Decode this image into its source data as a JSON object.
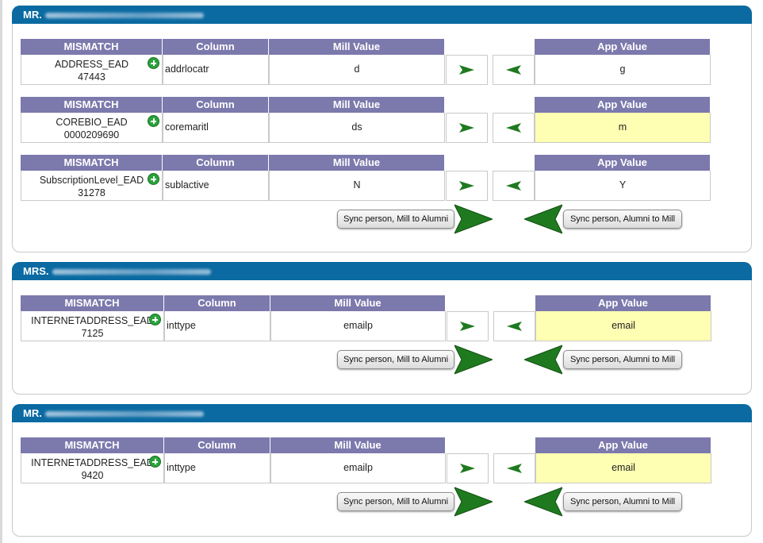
{
  "columns": {
    "mismatch": "MISMATCH",
    "column": "Column",
    "mill_value": "Mill Value",
    "app_value": "App Value"
  },
  "buttons": {
    "sync_mill_to_alumni": "Sync person, Mill to Alumni",
    "sync_alumni_to_mill": "Sync person, Alumni to Mill"
  },
  "colors": {
    "header_blue": "#0a6aa1",
    "table_header": "#7c79ad",
    "highlight": "#ffffb3",
    "arrow_green": "#1f7a1f"
  },
  "icons": {
    "add": "plus-circle-icon",
    "right": "arrow-right-icon",
    "left": "arrow-left-icon"
  },
  "persons": [
    {
      "salutation": "MR.",
      "rows": [
        {
          "mismatch": "ADDRESS_EAD",
          "id": "47443",
          "column": "addrlocatr",
          "mill_value": "d",
          "app_value": "g",
          "highlight": false
        },
        {
          "mismatch": "COREBIO_EAD",
          "id": "0000209690",
          "column": "coremaritl",
          "mill_value": "ds",
          "app_value": "m",
          "highlight": true
        },
        {
          "mismatch": "SubscriptionLevel_EAD",
          "id": "31278",
          "column": "sublactive",
          "mill_value": "N",
          "app_value": "Y",
          "highlight": false
        }
      ]
    },
    {
      "salutation": "MRS.",
      "rows": [
        {
          "mismatch": "INTERNETADDRESS_EAD",
          "id": "7125",
          "column": "inttype",
          "mill_value": "emailp",
          "app_value": "email",
          "highlight": true
        }
      ]
    },
    {
      "salutation": "MR.",
      "rows": [
        {
          "mismatch": "INTERNETADDRESS_EAD",
          "id": "9420",
          "column": "inttype",
          "mill_value": "emailp",
          "app_value": "email",
          "highlight": true
        }
      ]
    }
  ]
}
